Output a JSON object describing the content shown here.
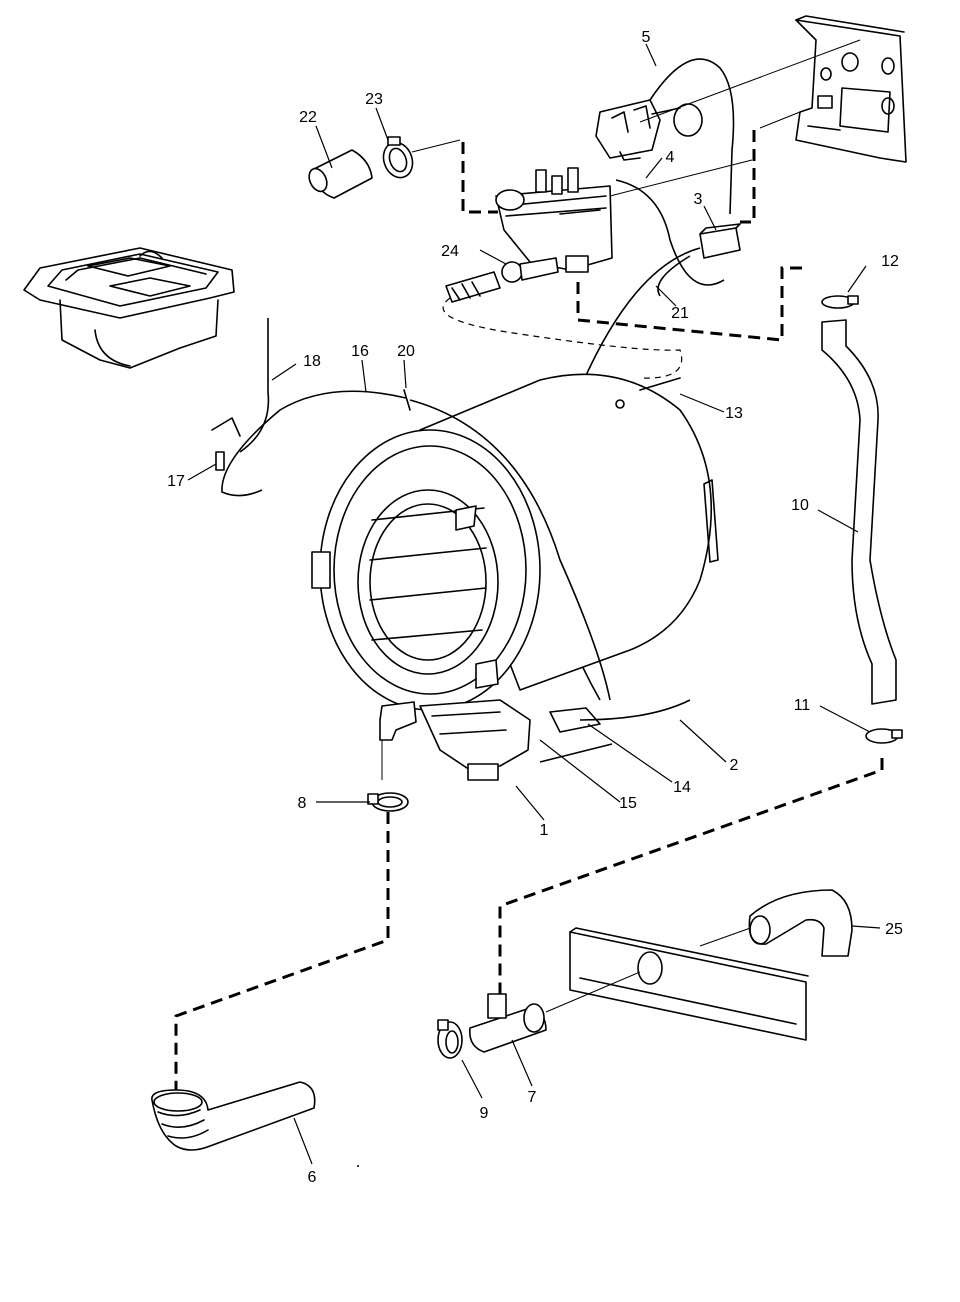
{
  "diagram": {
    "callouts": [
      "1",
      "2",
      "3",
      "4",
      "5",
      "6",
      "7",
      "8",
      "9",
      "10",
      "11",
      "12",
      "13",
      "14",
      "15",
      "16",
      "17",
      "18",
      "20",
      "21",
      "22",
      "23",
      "24",
      "25"
    ]
  }
}
